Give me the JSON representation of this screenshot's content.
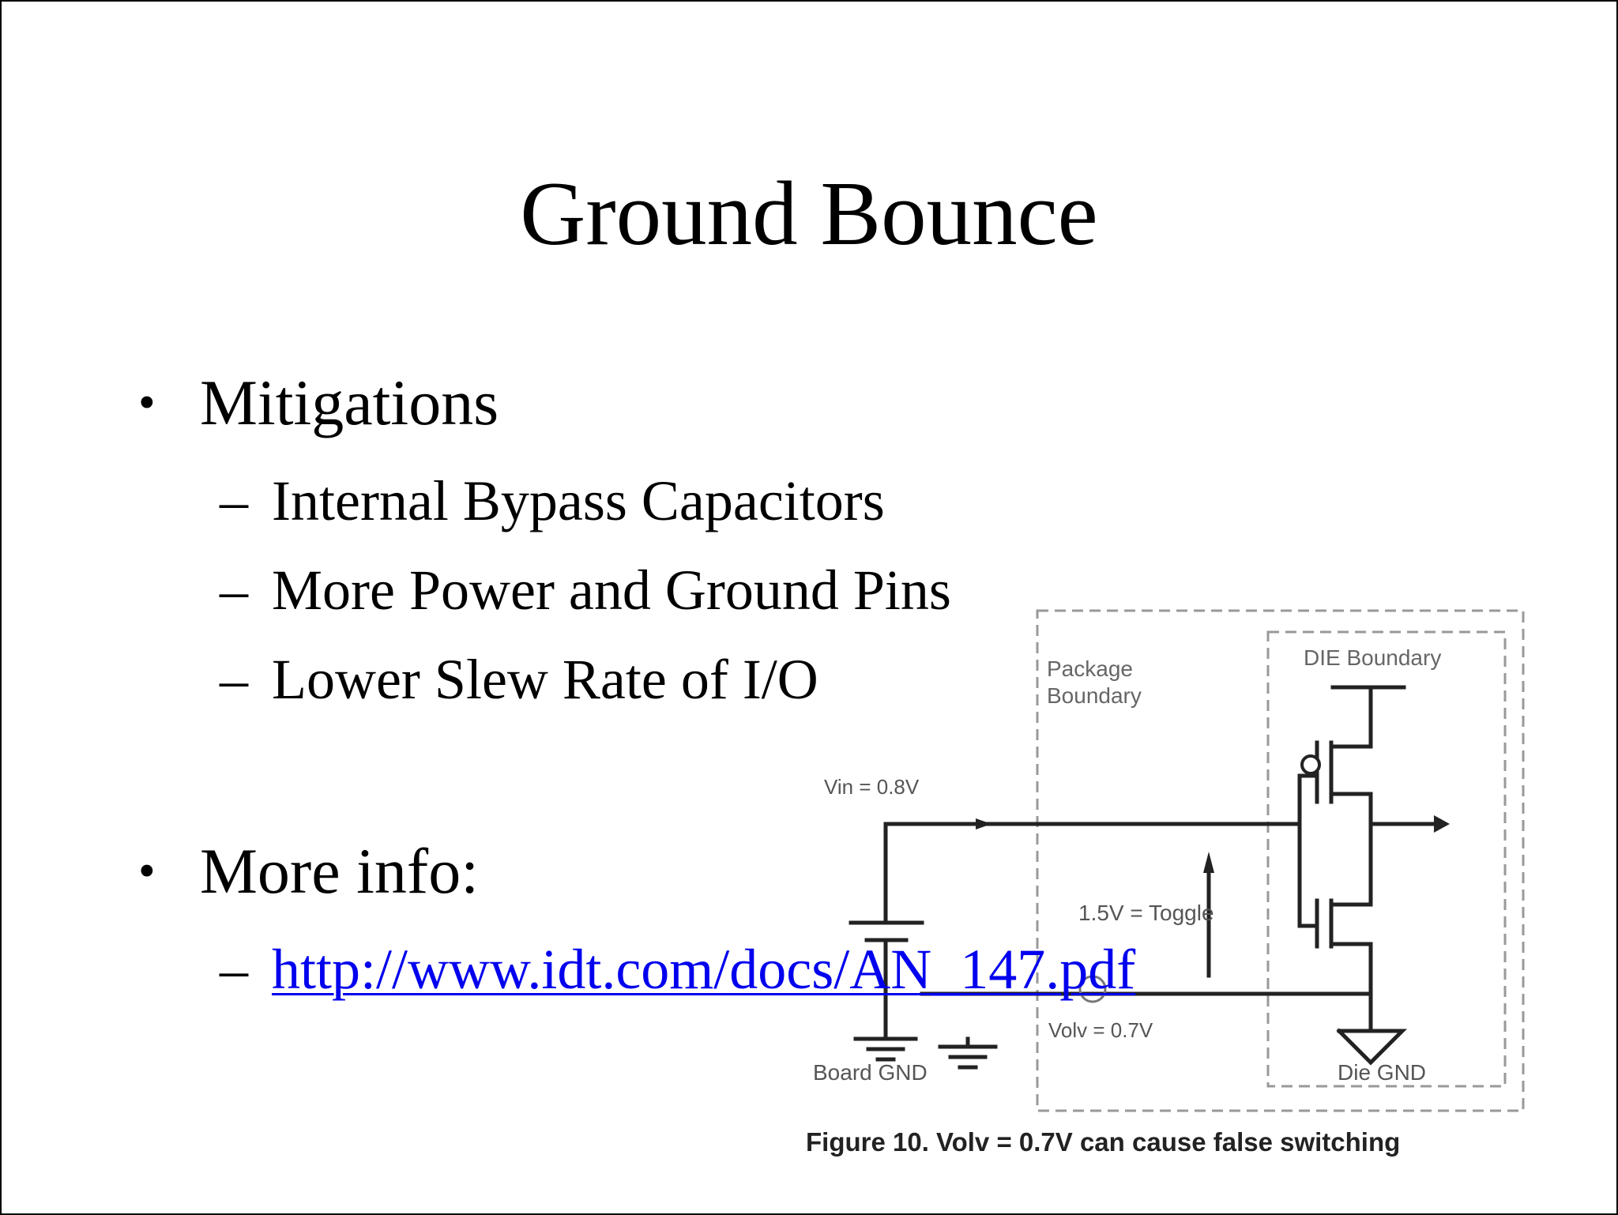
{
  "slide": {
    "title": "Ground Bounce",
    "bullets": [
      {
        "text": "Mitigations",
        "subitems": [
          "Internal Bypass Capacitors",
          "More Power and Ground Pins",
          "Lower Slew Rate of I/O"
        ]
      },
      {
        "text": "More info:",
        "subitems": [
          "http://www.idt.com/docs/AN_147.pdf"
        ]
      }
    ],
    "bullet_glyph": "•",
    "dash_glyph": "–",
    "link_color": "#0000ee"
  },
  "figure": {
    "labels": {
      "package_boundary_1": "Package",
      "package_boundary_2": "Boundary",
      "die_boundary": "DIE Boundary",
      "vin": "Vin = 0.8V",
      "toggle": "1.5V = Toggle",
      "volv": "Volv = 0.7V",
      "board_gnd": "Board GND",
      "die_gnd": "Die GND"
    },
    "caption": "Figure 10. Volv = 0.7V can cause false switching"
  }
}
